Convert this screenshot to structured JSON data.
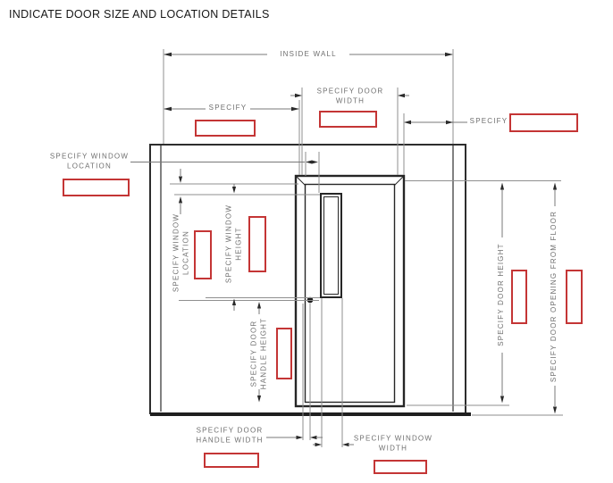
{
  "title": "INDICATE DOOR SIZE AND LOCATION DETAILS",
  "colors": {
    "field_border_red": "#c43535",
    "drawing_line": "#2d2d2d",
    "dimension_line": "#787878",
    "label_text": "#6f6f6f"
  },
  "labels": {
    "inside_wall": "INSIDE WALL",
    "specify_left": "SPECIFY",
    "specify_right": "SPECIFY",
    "door_width_line1": "SPECIFY DOOR",
    "door_width_line2": "WIDTH",
    "window_location_left_line1": "SPECIFY WINDOW",
    "window_location_left_line2": "LOCATION",
    "window_location_vert_line1": "SPECIFY WINDOW",
    "window_location_vert_line2": "LOCATION",
    "window_height_line1": "SPECIFY WINDOW",
    "window_height_line2": "HEIGHT",
    "door_handle_height_line1": "SPECIFY DOOR",
    "door_handle_height_line2": "HANDLE HEIGHT",
    "door_height": "SPECIFY DOOR HEIGHT",
    "door_opening_from_floor": "SPECIFY DOOR OPENING FROM FLOOR",
    "door_handle_width_line1": "SPECIFY DOOR",
    "door_handle_width_line2": "HANDLE WIDTH",
    "window_width_line1": "SPECIFY WINDOW",
    "window_width_line2": "WIDTH"
  },
  "fields": [
    {
      "name": "specify-wall-left",
      "value": ""
    },
    {
      "name": "specify-door-width",
      "value": ""
    },
    {
      "name": "specify-wall-right",
      "value": ""
    },
    {
      "name": "specify-window-location-horizontal",
      "value": ""
    },
    {
      "name": "specify-window-location-vertical",
      "value": ""
    },
    {
      "name": "specify-window-height",
      "value": ""
    },
    {
      "name": "specify-door-handle-height",
      "value": ""
    },
    {
      "name": "specify-door-height",
      "value": ""
    },
    {
      "name": "specify-door-opening-from-floor",
      "value": ""
    },
    {
      "name": "specify-door-handle-width",
      "value": ""
    },
    {
      "name": "specify-window-width",
      "value": ""
    }
  ]
}
